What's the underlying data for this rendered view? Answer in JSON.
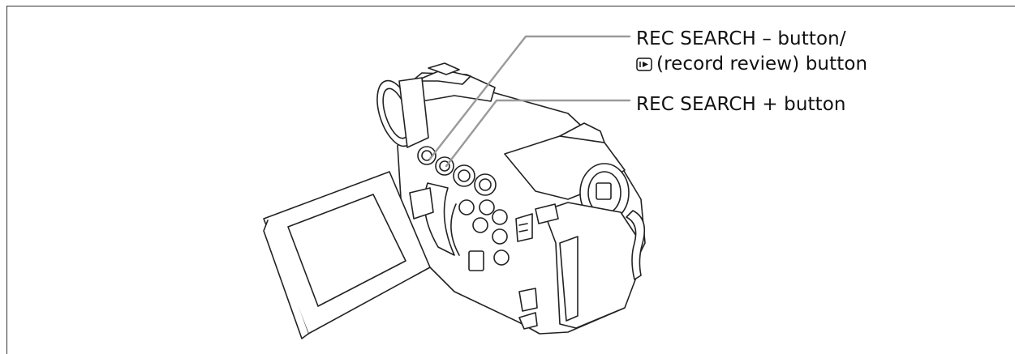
{
  "labels": {
    "rec_search_minus": "REC SEARCH – button/",
    "record_review": "(record review) button",
    "rec_search_plus": "REC SEARCH + button"
  },
  "icons": {
    "review": "record-review-icon"
  },
  "colors": {
    "leader_line": "#9a9a9a",
    "outline": "#222222",
    "body": "#ffffff"
  }
}
